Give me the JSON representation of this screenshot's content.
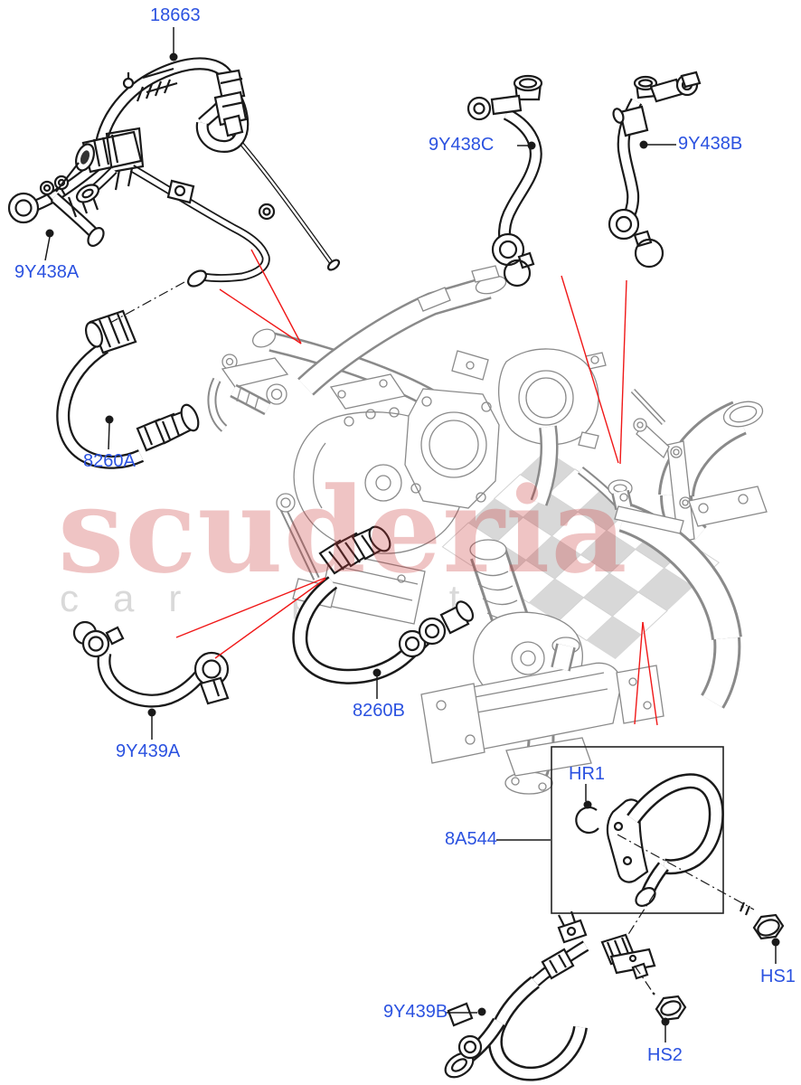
{
  "diagram": {
    "part_labels": {
      "l18663": "18663",
      "l9y438c": "9Y438C",
      "l9y438b": "9Y438B",
      "l9y438a": "9Y438A",
      "l8260a": "8260A",
      "l8260b": "8260B",
      "l9y439a": "9Y439A",
      "l8a544": "8A544",
      "lhr1": "HR1",
      "lhs1": "HS1",
      "lhs2": "HS2",
      "l9y439b": "9Y439B"
    },
    "watermark": {
      "brand": "scuderia",
      "tagline": "car parts"
    },
    "colors": {
      "label_blue": "#2b52e0",
      "leader_red": "#f01818",
      "engine_gray": "#8a8a8a",
      "part_black": "#1a1a1a",
      "watermark_pink": "rgba(201,58,58,0.30)",
      "tagline_gray": "#d9d9d9",
      "flag_gray": "#d8d8d8"
    }
  }
}
